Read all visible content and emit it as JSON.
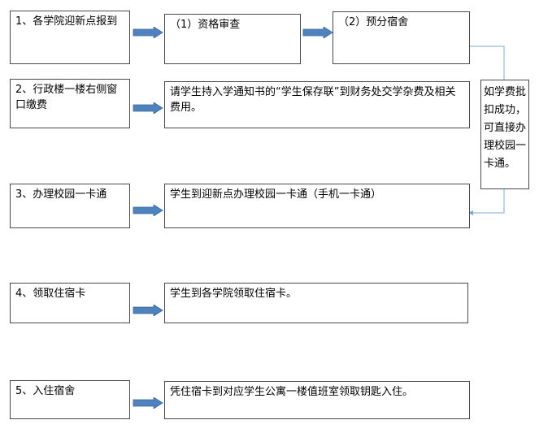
{
  "steps": [
    {
      "label": "1、各学院迎新点报到",
      "sub": [
        {
          "text": "（1）资格审查"
        },
        {
          "text": "（2）预分宿舍"
        }
      ]
    },
    {
      "label": "2、行政楼一楼右侧窗口缴费",
      "detail": "请学生持入学通知书的“学生保存联”到财务处交学杂费及相关费用。"
    },
    {
      "label": "3、办理校园一卡通",
      "detail": "学生到迎新点办理校园一卡通（手机一卡通）"
    },
    {
      "label": "4、领取住宿卡",
      "detail": "学生到各学院领取住宿卡。"
    },
    {
      "label": "5、入住宿舍",
      "detail": "凭住宿卡到对应学生公寓一楼值班室领取钥匙入住。"
    }
  ],
  "side_note": "如学费批扣成功，可直接办理校园一卡通。",
  "colors": {
    "arrow_fill": "#4f81bd",
    "arrow_stroke": "#3a6aa0",
    "connector": "#7fa7d6",
    "border": "#4a4a4a"
  }
}
